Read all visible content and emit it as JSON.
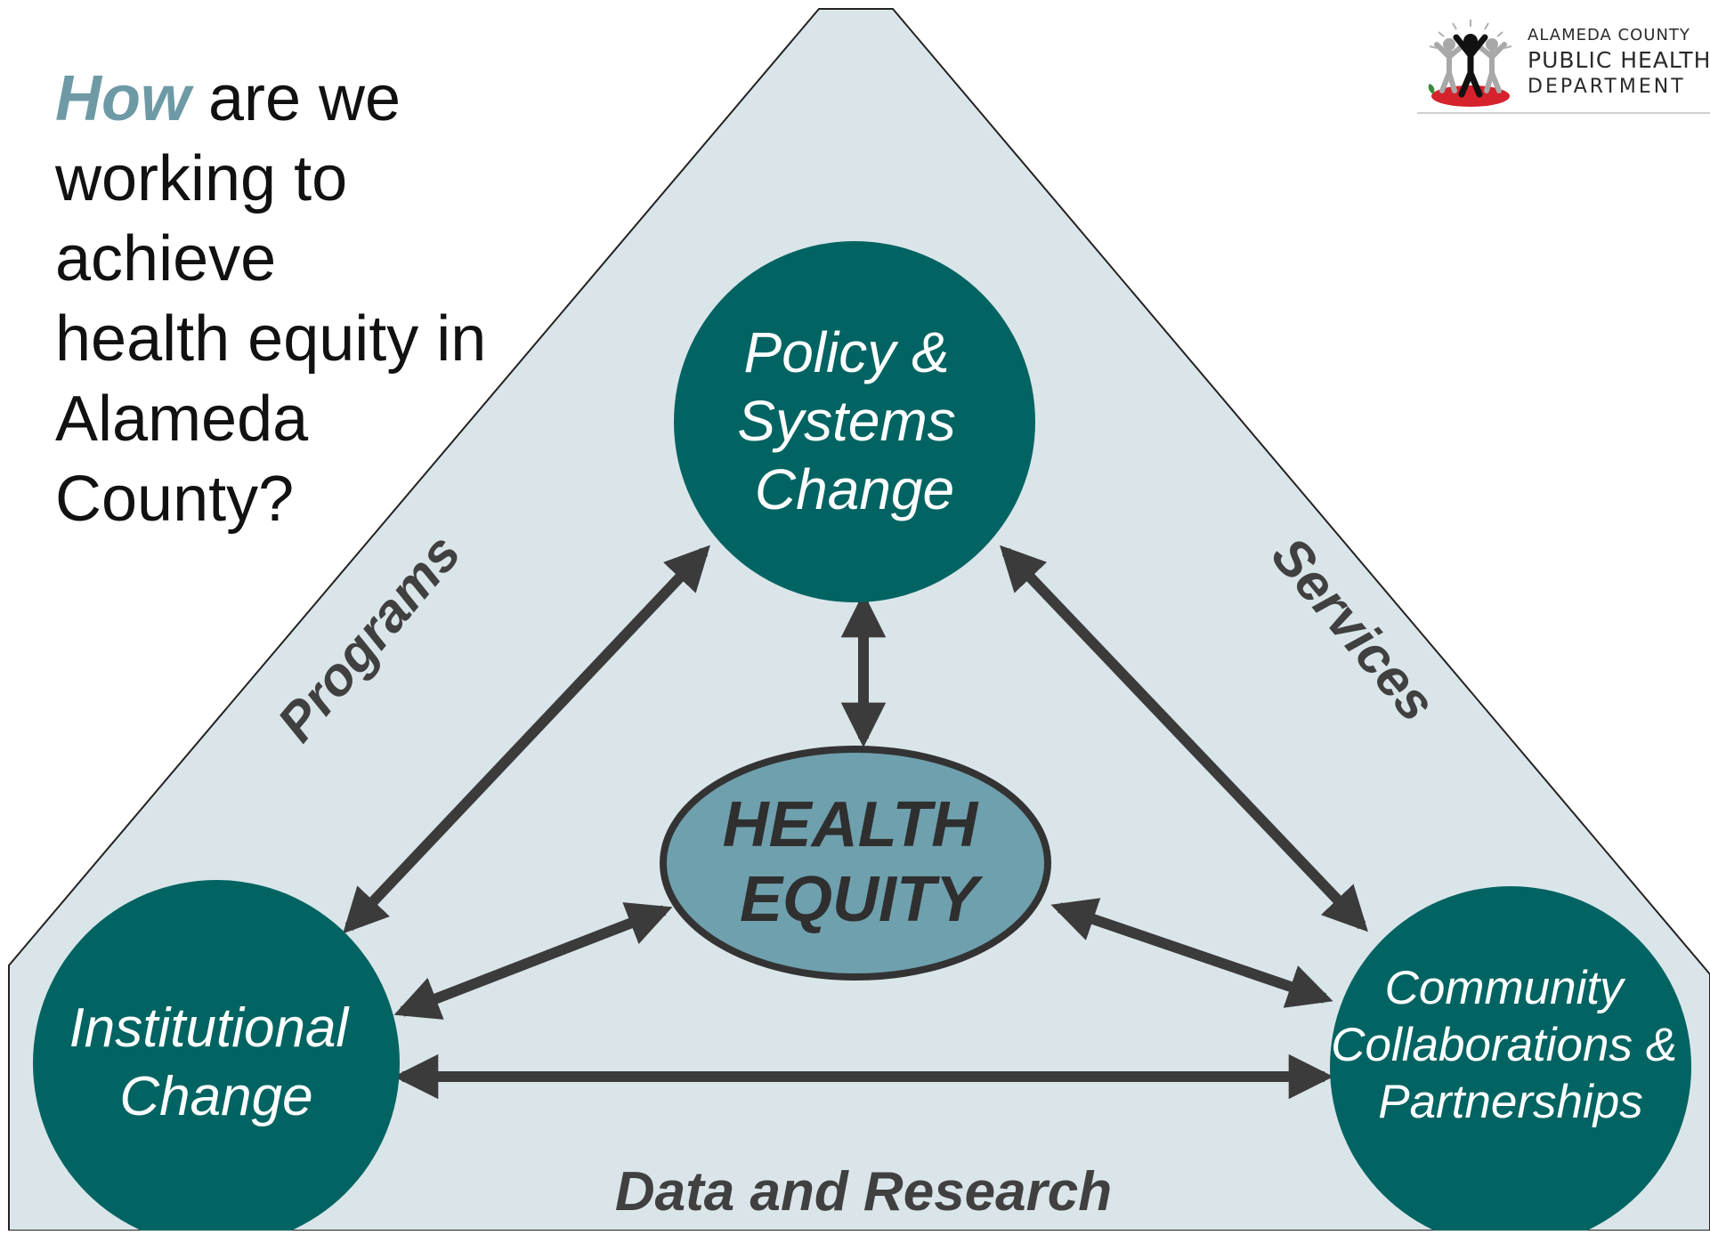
{
  "heading": {
    "emphasis": "How",
    "line1_rest": " are we",
    "line2": "working to",
    "line3": "achieve",
    "line4": "health equity in",
    "line5": "Alameda",
    "line6": "County?"
  },
  "logo": {
    "line1": "ALAMEDA COUNTY",
    "line2": "PUBLIC HEALTH",
    "line3": "DEPARTMENT"
  },
  "sides": {
    "left": "Programs",
    "right": "Services",
    "bottom": "Data and Research"
  },
  "nodes": {
    "policy": {
      "line1": "Policy &",
      "line2": "Systems",
      "line3": "Change"
    },
    "institutional": {
      "line1": "Institutional",
      "line2": "Change"
    },
    "community": {
      "line1": "Community",
      "line2": "Collaborations &",
      "line3": "Partnerships"
    },
    "center": {
      "line1": "HEALTH",
      "line2": "EQUITY"
    }
  },
  "colors": {
    "triangle_fill": "#dae5ea",
    "node_fill": "#016462",
    "center_fill": "#6fa0ae",
    "arrow": "#3b3b3b",
    "heading_emphasis": "#6e9aa6"
  }
}
